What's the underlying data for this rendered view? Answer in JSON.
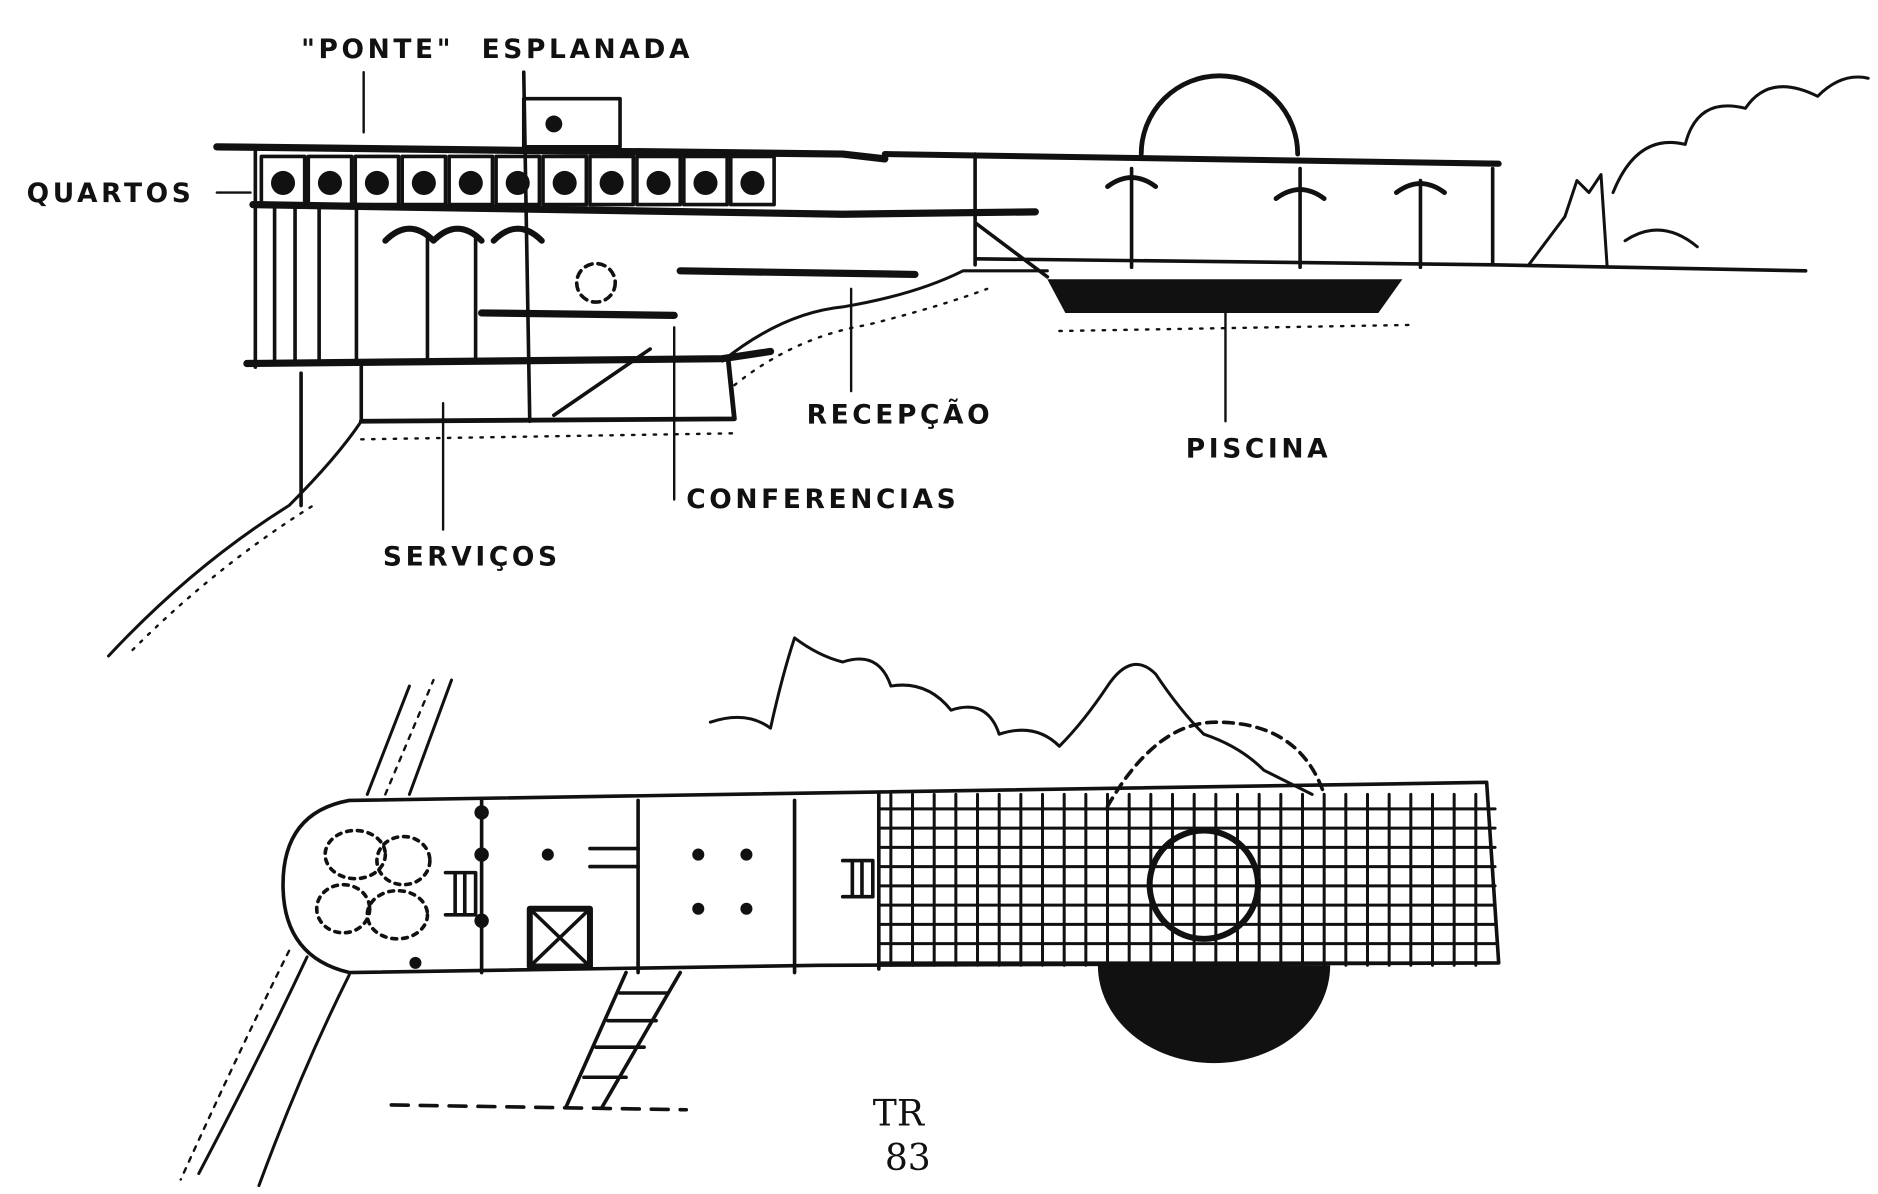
{
  "title": "Hotel sketch – section and plan",
  "section_labels": {
    "ponte": "\"PONTE\"",
    "esplanada": "ESPLANADA",
    "quartos": "QUARTOS",
    "recepcao": "RECEPÇÃO",
    "conferencias": "CONFERENCIAS",
    "servicos": "SERVIÇOS",
    "piscina": "PISCINA"
  },
  "signature": {
    "initials": "TR",
    "year": "83"
  },
  "colors": {
    "ink": "#111111",
    "paper": "#ffffff"
  }
}
